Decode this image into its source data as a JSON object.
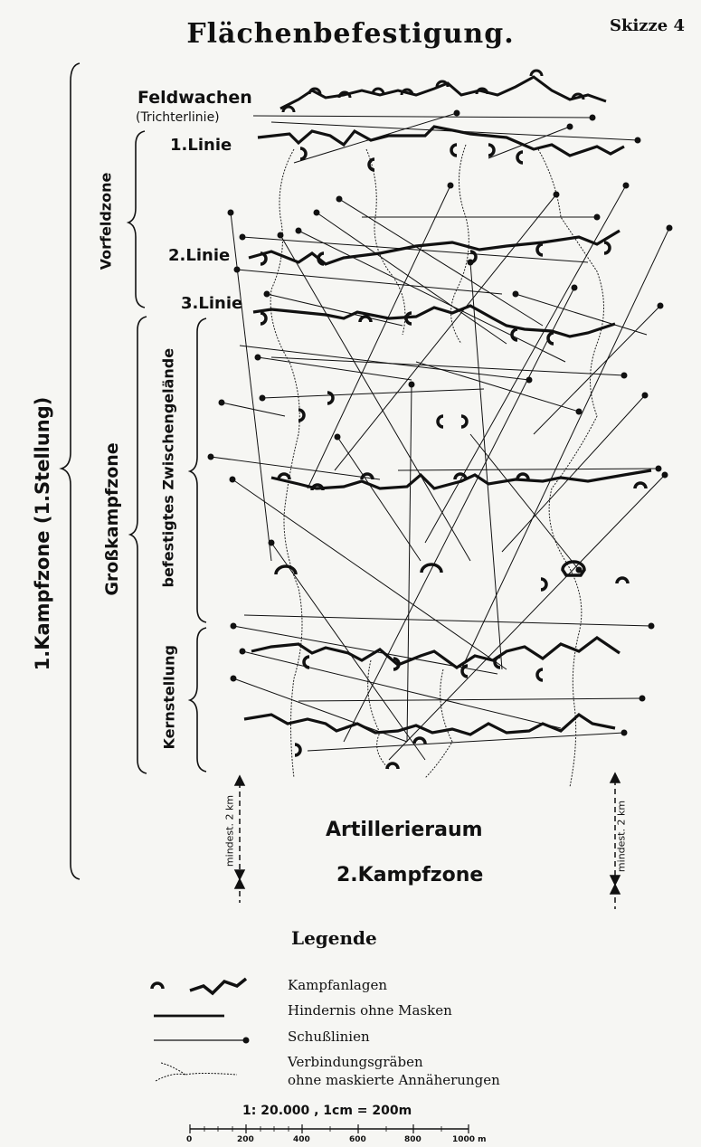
{
  "title": "Flächenbefestigung.",
  "sketch_number": "Skizze 4",
  "labels": {
    "feldwachen": "Feldwachen",
    "trichterlinie": "(Trichterlinie)",
    "linie1": "1.Linie",
    "linie2": "2.Linie",
    "linie3": "3.Linie",
    "vorfeldzone": "Vorfeldzone",
    "grosskampfzone": "Großkampfzone",
    "kampfzone1": "1.Kampfzone (1.Stellung)",
    "zwischengelaende": "befestigtes Zwischengelände",
    "kernstellung": "Kernstellung",
    "artillerieraum": "Artillerieraum",
    "kampfzone2": "2.Kampfzone",
    "mindest_left": "mindest. 2 km",
    "mindest_right": "mindest. 2 km"
  },
  "legend": {
    "heading": "Legende",
    "items": [
      {
        "symbol": "kampfanlagen-symbol",
        "text": "Kampfanlagen"
      },
      {
        "symbol": "hindernis-symbol",
        "text": "Hindernis ohne Masken"
      },
      {
        "symbol": "schusslinie-symbol",
        "text": "Schußlinien"
      },
      {
        "symbol": "verbindungsgraben-symbol",
        "text": "Verbindungsgräben"
      },
      {
        "symbol": "",
        "text": "ohne maskierte Annäherungen"
      }
    ]
  },
  "scale": {
    "text": "1: 20.000 ,  1cm = 200m",
    "ticks": [
      "0",
      "200",
      "400",
      "600",
      "800",
      "1000 m"
    ]
  }
}
